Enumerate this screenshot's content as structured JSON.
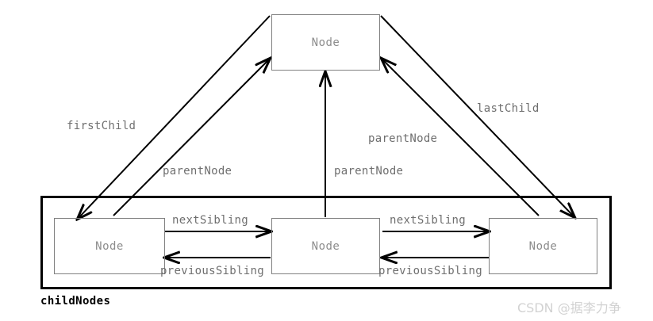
{
  "diagram": {
    "title_label": "childNodes",
    "watermark": "CSDN @据李力争",
    "colors": {
      "box_border": "#808080",
      "container_border": "#000000",
      "arrow": "#000000",
      "node_text": "#8c8c8c",
      "edge_text": "#6f6f6f",
      "watermark": "#d2d2d2",
      "background": "#ffffff"
    },
    "parent_node": {
      "label": "Node"
    },
    "children": [
      {
        "label": "Node"
      },
      {
        "label": "Node"
      },
      {
        "label": "Node"
      }
    ],
    "edges": [
      {
        "name": "firstChild",
        "label": "firstChild",
        "from": "parent",
        "to": "child-1"
      },
      {
        "name": "parentNode-left",
        "label": "parentNode",
        "from": "child-1",
        "to": "parent"
      },
      {
        "name": "parentNode-middle",
        "label": "parentNode",
        "from": "child-2",
        "to": "parent"
      },
      {
        "name": "parentNode-right",
        "label": "parentNode",
        "from": "child-3",
        "to": "parent"
      },
      {
        "name": "lastChild",
        "label": "lastChild",
        "from": "parent",
        "to": "child-3"
      },
      {
        "name": "nextSibling-1",
        "label": "nextSibling",
        "from": "child-1",
        "to": "child-2"
      },
      {
        "name": "previousSibling-1",
        "label": "previousSibling",
        "from": "child-2",
        "to": "child-1"
      },
      {
        "name": "nextSibling-2",
        "label": "nextSibling",
        "from": "child-2",
        "to": "child-3"
      },
      {
        "name": "previousSibling-2",
        "label": "previousSibling",
        "from": "child-3",
        "to": "child-2"
      }
    ]
  }
}
